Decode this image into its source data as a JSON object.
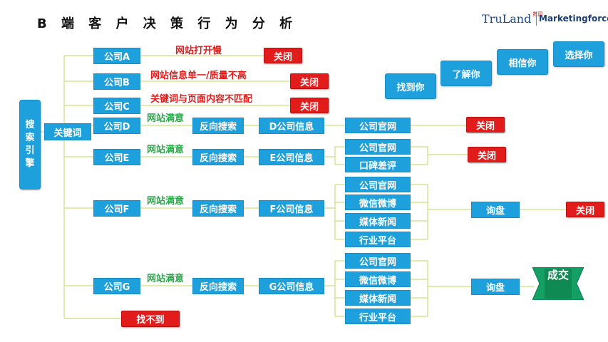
{
  "title": "B 端 客 户 决 策 行 为 分 析",
  "logos": {
    "left_text": "TruLand",
    "left_sub": "数园",
    "right_text": "Marketingforce"
  },
  "search_engine": "搜索引擎",
  "keyword": "关键词",
  "companies": {
    "a": "公司A",
    "b": "公司B",
    "c": "公司C",
    "d": "公司D",
    "e": "公司E",
    "f": "公司F",
    "g": "公司G"
  },
  "reasons": {
    "a": "网站打开慢",
    "b": "网站信息单一/质量不高",
    "c": "关键词与页面内容不匹配"
  },
  "satisfied": "网站满意",
  "reverse_search": "反向搜索",
  "company_info": {
    "d": "D公司信息",
    "e": "E公司信息",
    "f": "F公司信息",
    "g": "G公司信息"
  },
  "channels": {
    "official_site": "公司官网",
    "reputation": "口碑差评",
    "wechat_weibo": "微信微博",
    "media_news": "媒体新闻",
    "industry_platform": "行业平台"
  },
  "inquiry": "询盘",
  "close": "关闭",
  "not_found": "找不到",
  "deal": "成交",
  "stages": [
    "找到你",
    "了解你",
    "相信你",
    "选择你"
  ],
  "colors": {
    "blue": "#1ea0dc",
    "red": "#e21b1b",
    "green_text": "#2aa84a",
    "line": "#c8e07a",
    "deal_green": "#14a064"
  }
}
